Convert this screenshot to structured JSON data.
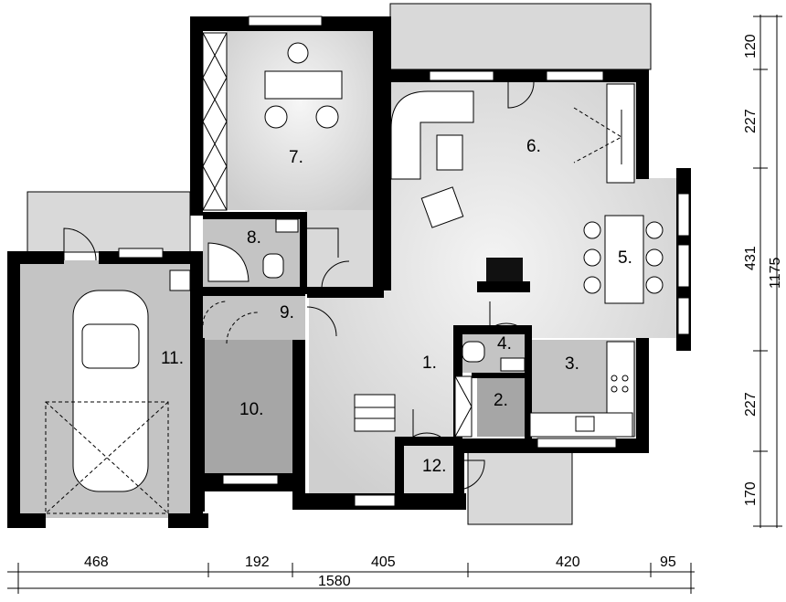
{
  "rooms": [
    {
      "id": "r1",
      "label": "1."
    },
    {
      "id": "r2",
      "label": "2."
    },
    {
      "id": "r3",
      "label": "3."
    },
    {
      "id": "r4",
      "label": "4."
    },
    {
      "id": "r5",
      "label": "5."
    },
    {
      "id": "r6",
      "label": "6."
    },
    {
      "id": "r7",
      "label": "7."
    },
    {
      "id": "r8",
      "label": "8."
    },
    {
      "id": "r9",
      "label": "9."
    },
    {
      "id": "r10",
      "label": "10."
    },
    {
      "id": "r11",
      "label": "11."
    },
    {
      "id": "r12",
      "label": "12."
    }
  ],
  "dimensions": {
    "bottom": [
      "468",
      "192",
      "405",
      "420",
      "95"
    ],
    "bottom_total": "1580",
    "right": [
      "120",
      "227",
      "431",
      "227",
      "170"
    ],
    "right_total": "1175"
  },
  "colors": {
    "wall": "#000000",
    "floor_light": "#d9d9d9",
    "floor_mid": "#c4c4c4",
    "floor_dark": "#a6a6a6"
  }
}
